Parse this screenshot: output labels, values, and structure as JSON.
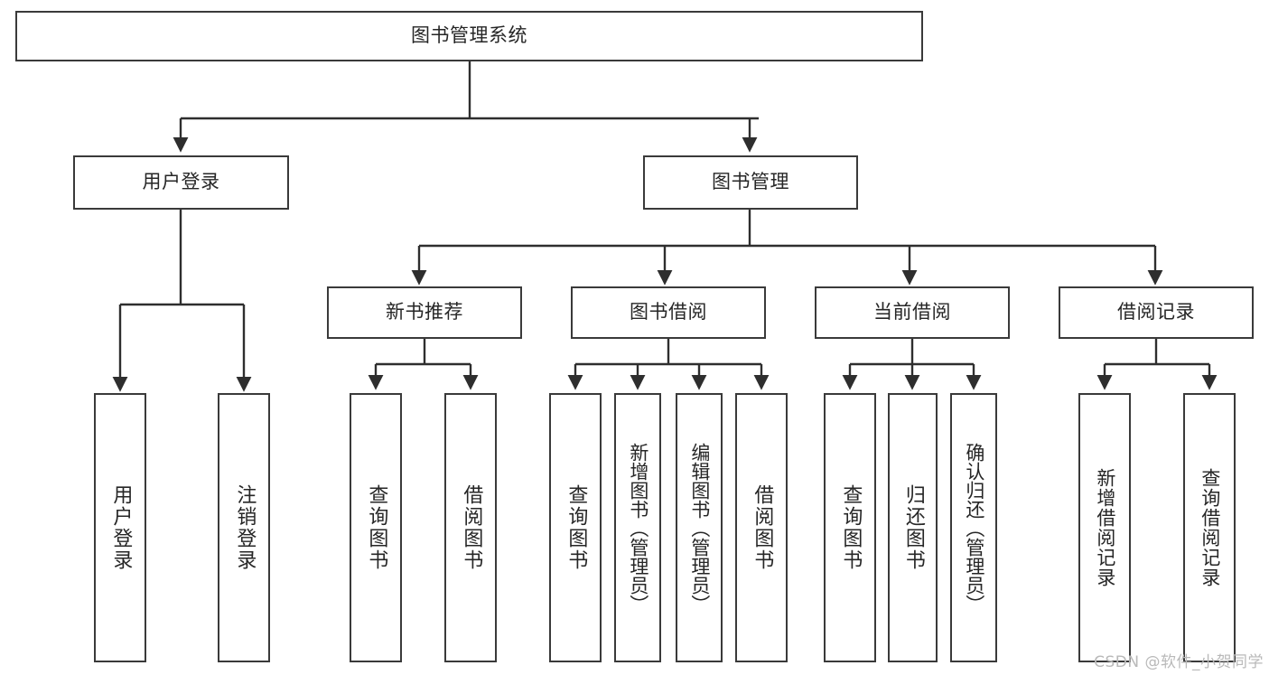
{
  "diagram": {
    "type": "tree",
    "title": "图书管理系统",
    "stroke_color": "#3a3a3a",
    "text_color": "#262626",
    "background_color": "#ffffff",
    "watermark": "CSDN @软件_小贺同学",
    "root": {
      "label": "图书管理系统"
    },
    "level2": [
      {
        "label": "用户登录"
      },
      {
        "label": "图书管理"
      }
    ],
    "level3": [
      {
        "label": "新书推荐"
      },
      {
        "label": "图书借阅"
      },
      {
        "label": "当前借阅"
      },
      {
        "label": "借阅记录"
      }
    ],
    "leaves": {
      "user_login": [
        {
          "label": "用户登录"
        },
        {
          "label": "注销登录"
        }
      ],
      "new_book_recommend": [
        {
          "label": "查询图书"
        },
        {
          "label": "借阅图书"
        }
      ],
      "book_borrow": [
        {
          "label": "查询图书"
        },
        {
          "label": "新增图书（管理员）"
        },
        {
          "label": "编辑图书（管理员）"
        },
        {
          "label": "借阅图书"
        }
      ],
      "current_borrow": [
        {
          "label": "查询图书"
        },
        {
          "label": "归还图书"
        },
        {
          "label": "确认归还（管理员）"
        }
      ],
      "borrow_record": [
        {
          "label": "新增借阅记录"
        },
        {
          "label": "查询借阅记录"
        }
      ]
    }
  }
}
